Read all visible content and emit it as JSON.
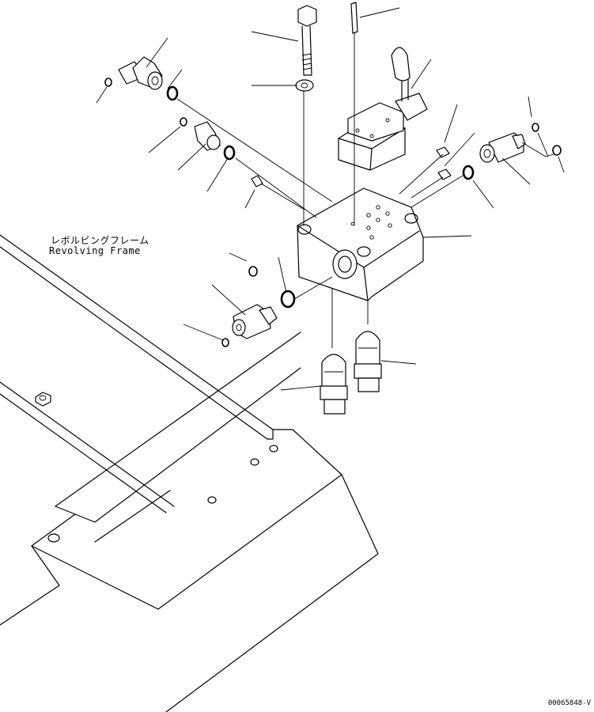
{
  "labels": {
    "frame_jp": "レボルビングフレーム",
    "frame_en": "Revolving Frame",
    "figure_id": "00065848-V"
  },
  "colors": {
    "line": "#000000",
    "background": "#ffffff"
  }
}
